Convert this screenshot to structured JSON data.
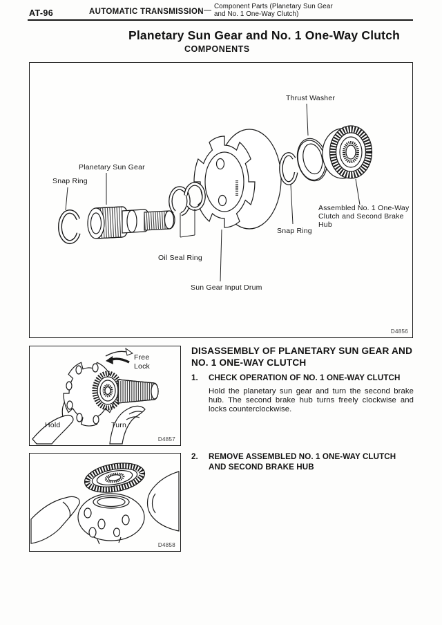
{
  "header": {
    "page_code": "AT-96",
    "section": "AUTOMATIC TRANSMISSION",
    "dash": "—",
    "subsection_line1": "Component Parts (Planetary Sun Gear",
    "subsection_line2": "and No. 1 One-Way Clutch)"
  },
  "title": "Planetary Sun Gear and No. 1 One-Way Clutch",
  "subtitle": "COMPONENTS",
  "components_figure": {
    "labels": {
      "snap_ring_left": "Snap Ring",
      "planetary_sun_gear": "Planetary Sun Gear",
      "oil_seal_ring": "Oil Seal Ring",
      "sun_gear_input_drum": "Sun Gear Input Drum",
      "snap_ring_right": "Snap Ring",
      "thrust_washer": "Thrust Washer",
      "assembled_line1": "Assembled No. 1 One-Way",
      "assembled_line2": "Clutch and Second Brake",
      "assembled_line3": "Hub"
    },
    "figure_code": "D4856"
  },
  "check_figure": {
    "labels": {
      "free": "Free",
      "lock": "Lock",
      "hold": "Hold",
      "turn": "Turn"
    },
    "figure_code": "D4857"
  },
  "remove_figure": {
    "figure_code": "D4858"
  },
  "disassembly": {
    "heading": "DISASSEMBLY OF PLANETARY SUN GEAR AND NO. 1 ONE-WAY CLUTCH",
    "steps": [
      {
        "number": "1.",
        "title": "CHECK OPERATION OF NO. 1 ONE-WAY CLUTCH",
        "body": "Hold the planetary sun gear and turn the second brake hub. The second brake hub turns freely clockwise and locks counterclockwise."
      },
      {
        "number": "2.",
        "title": "REMOVE ASSEMBLED NO. 1 ONE-WAY CLUTCH AND SECOND BRAKE HUB",
        "body": ""
      }
    ]
  },
  "colors": {
    "ink": "#141414",
    "paper": "#fdfdfc"
  }
}
